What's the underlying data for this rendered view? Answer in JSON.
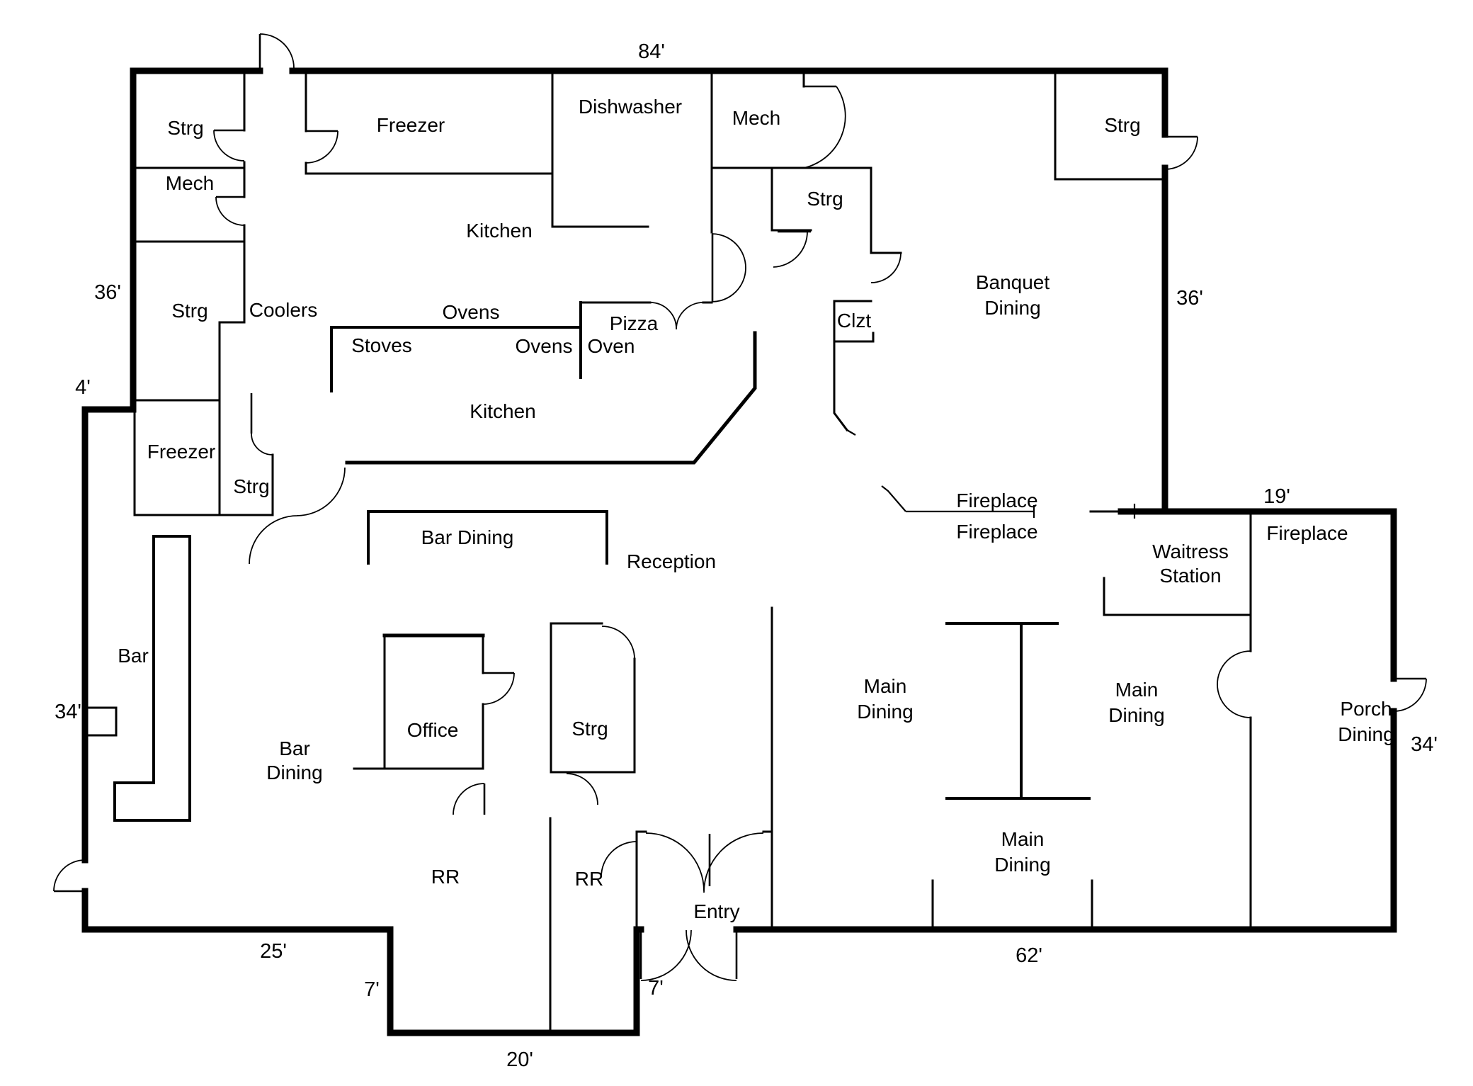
{
  "drawing_type": "restaurant-floor-plan",
  "colors": {
    "background": "#ffffff",
    "line": "#000000",
    "text": "#000000"
  },
  "rooms": {
    "strg_nw": "Strg",
    "mech_w": "Mech",
    "strg_w": "Strg",
    "coolers": "Coolers",
    "freezer_top": "Freezer",
    "dishwasher": "Dishwasher",
    "mech_c": "Mech",
    "strg_ne": "Strg",
    "kitchen_upper": "Kitchen",
    "ovens_upper": "Ovens",
    "stoves": "Stoves",
    "ovens_lower": "Ovens",
    "pizza_oven": [
      "Pizza",
      "Oven"
    ],
    "strg_c": "Strg",
    "clzt": "Clzt",
    "banquet": [
      "Banquet",
      "Dining"
    ],
    "kitchen_lower": "Kitchen",
    "freezer_w": "Freezer",
    "strg_sw": "Strg",
    "bar_dining_counter": "Bar Dining",
    "reception": "Reception",
    "fireplace_center_1": "Fireplace",
    "fireplace_center_2": "Fireplace",
    "waitress": [
      "Waitress",
      "Station"
    ],
    "fireplace_porch": "Fireplace",
    "bar": "Bar",
    "bar_dining_room": [
      "Bar",
      "Dining"
    ],
    "office": "Office",
    "strg_rr": "Strg",
    "rr_left": "RR",
    "rr_right": "RR",
    "entry": "Entry",
    "main_dining_1": [
      "Main",
      "Dining"
    ],
    "main_dining_2": [
      "Main",
      "Dining"
    ],
    "main_dining_3": [
      "Main",
      "Dining"
    ],
    "porch_dining": [
      "Porch",
      "Dining"
    ]
  },
  "dimensions": {
    "top_width": "84'",
    "left_upper": "36'",
    "right_upper": "36'",
    "left_step": "4'",
    "left_lower": "34'",
    "bottom_left": "25'",
    "bump_left": "7'",
    "bump_width": "20'",
    "bump_right": "7'",
    "bottom_right": "62'",
    "porch_top": "19'",
    "right_lower": "34'"
  }
}
